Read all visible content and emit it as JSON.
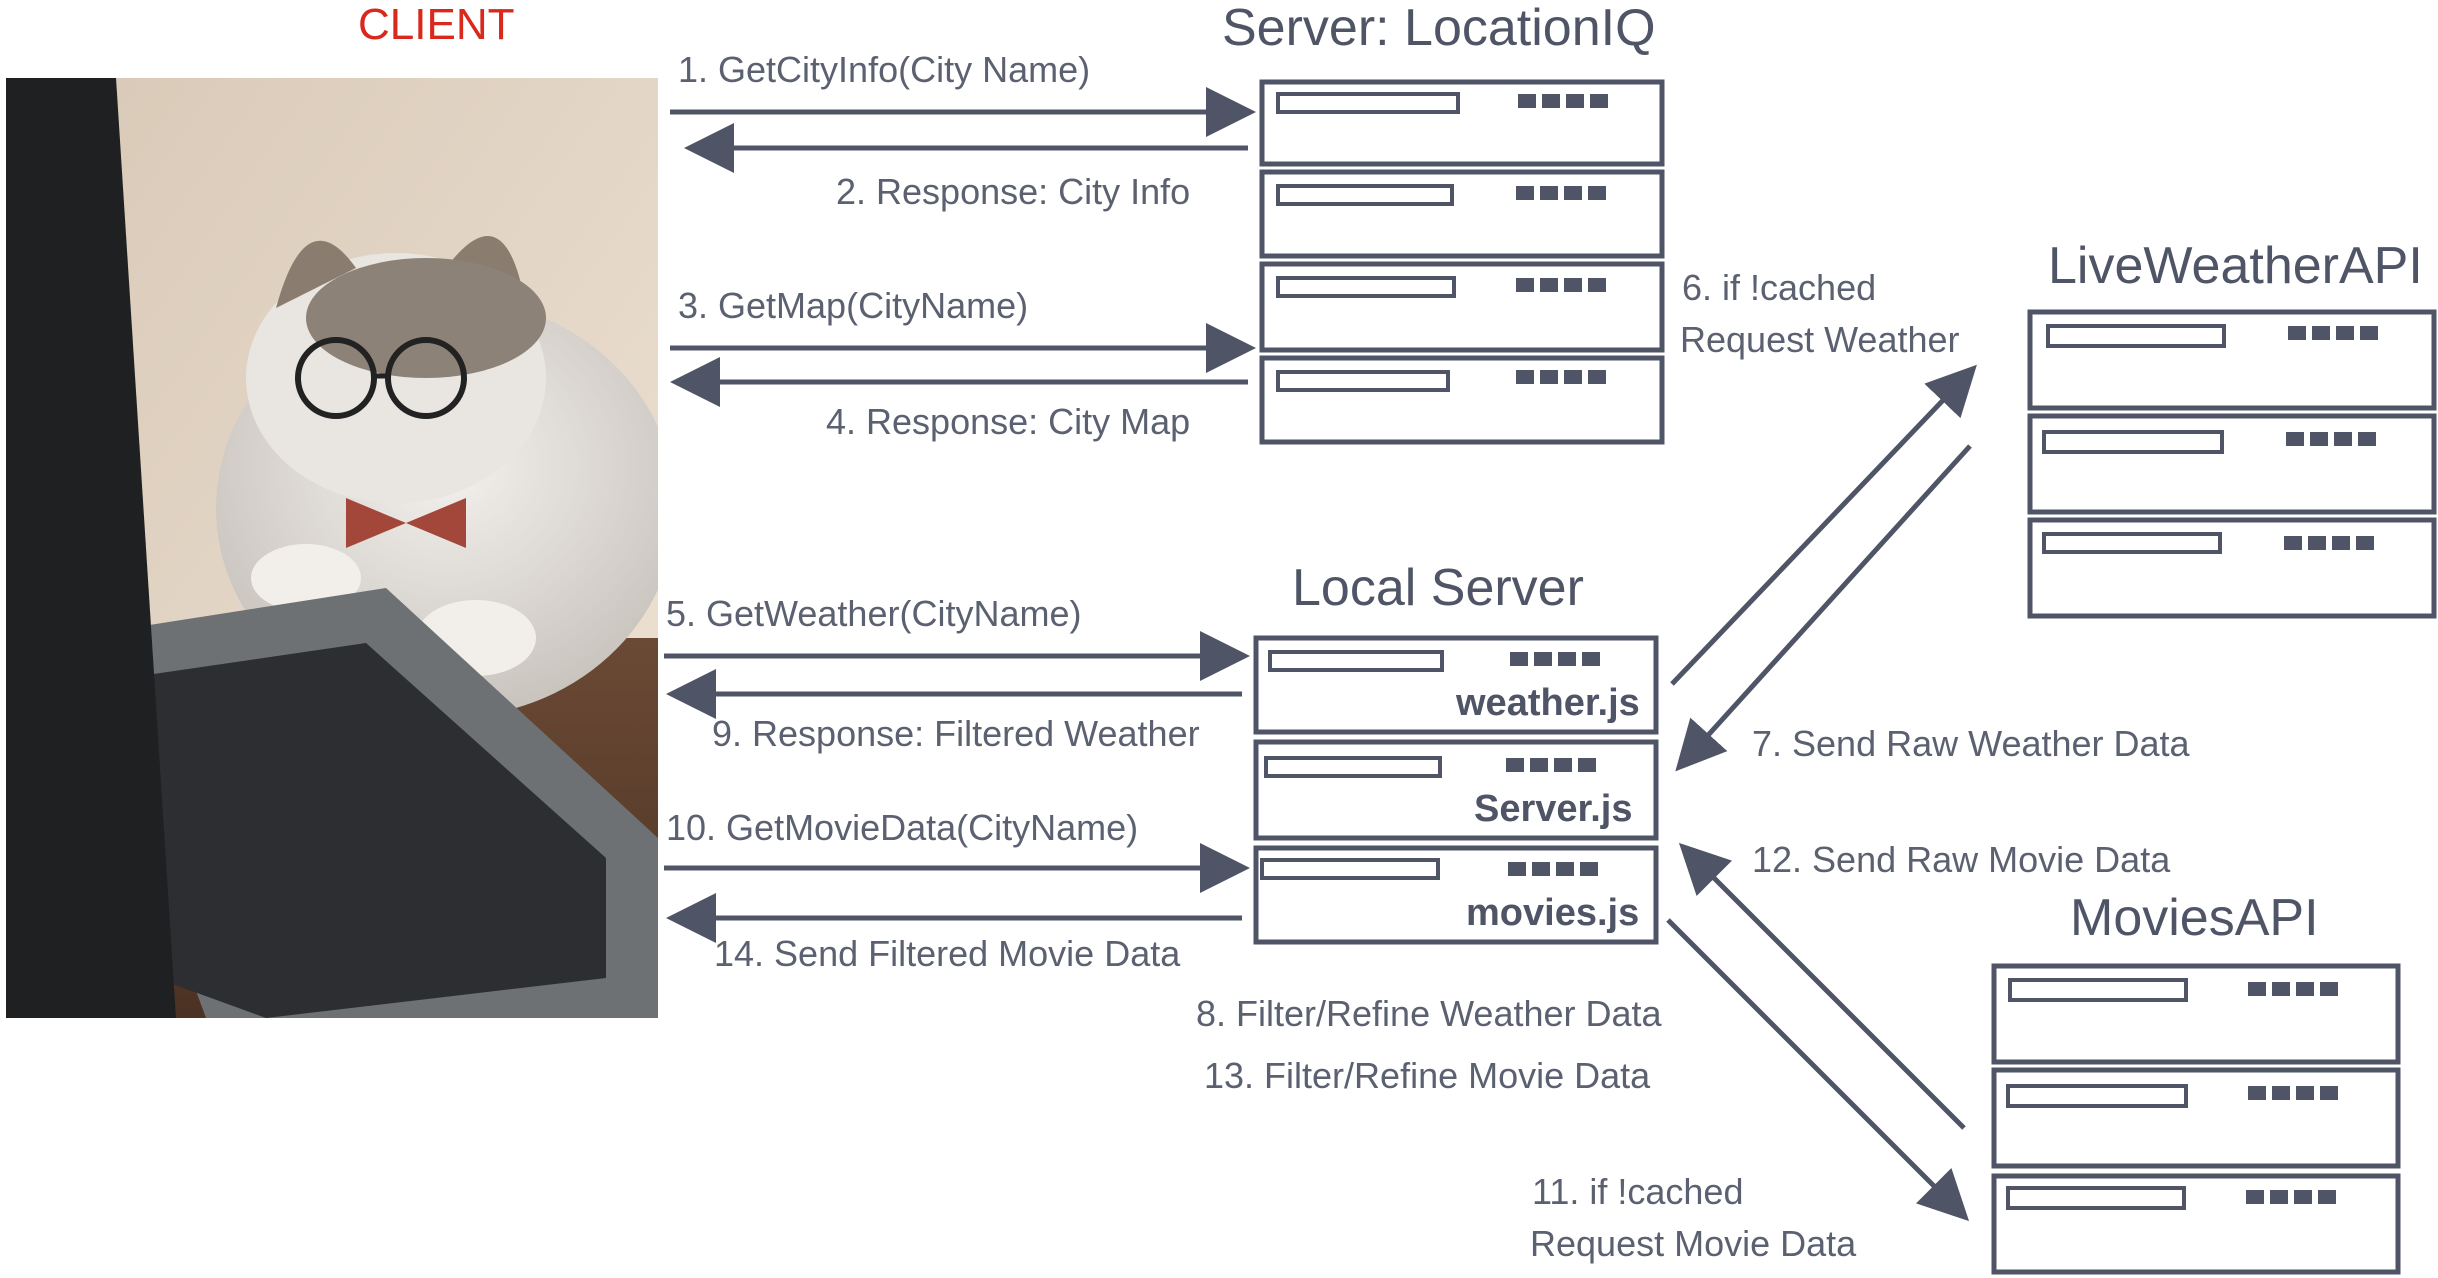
{
  "client": {
    "title": "CLIENT"
  },
  "photo": {
    "description": "cat-at-laptop-image"
  },
  "servers": {
    "location_iq": {
      "title": "Server: LocationIQ"
    },
    "local": {
      "title": "Local Server",
      "modules": [
        "weather.js",
        "Server.js",
        "movies.js"
      ]
    },
    "weather_api": {
      "title": "LiveWeatherAPI"
    },
    "movies_api": {
      "title": "MoviesAPI"
    }
  },
  "steps": {
    "s1": "1. GetCityInfo(City Name)",
    "s2": "2. Response: City Info",
    "s3": "3. GetMap(CityName)",
    "s4": "4. Response: City Map",
    "s5": "5. GetWeather(CityName)",
    "s6a": "6. if !cached",
    "s6b": "Request Weather",
    "s7": "7. Send Raw Weather Data",
    "s8": "8. Filter/Refine Weather Data",
    "s9": "9. Response: Filtered Weather",
    "s10": "10. GetMovieData(CityName)",
    "s11a": "11. if !cached",
    "s11b": "Request Movie Data",
    "s12": "12. Send Raw Movie Data",
    "s13": "13. Filter/Refine Movie Data",
    "s14": "14. Send Filtered Movie Data"
  },
  "colors": {
    "stroke": "#4f5566",
    "client_title": "#d9291c"
  }
}
